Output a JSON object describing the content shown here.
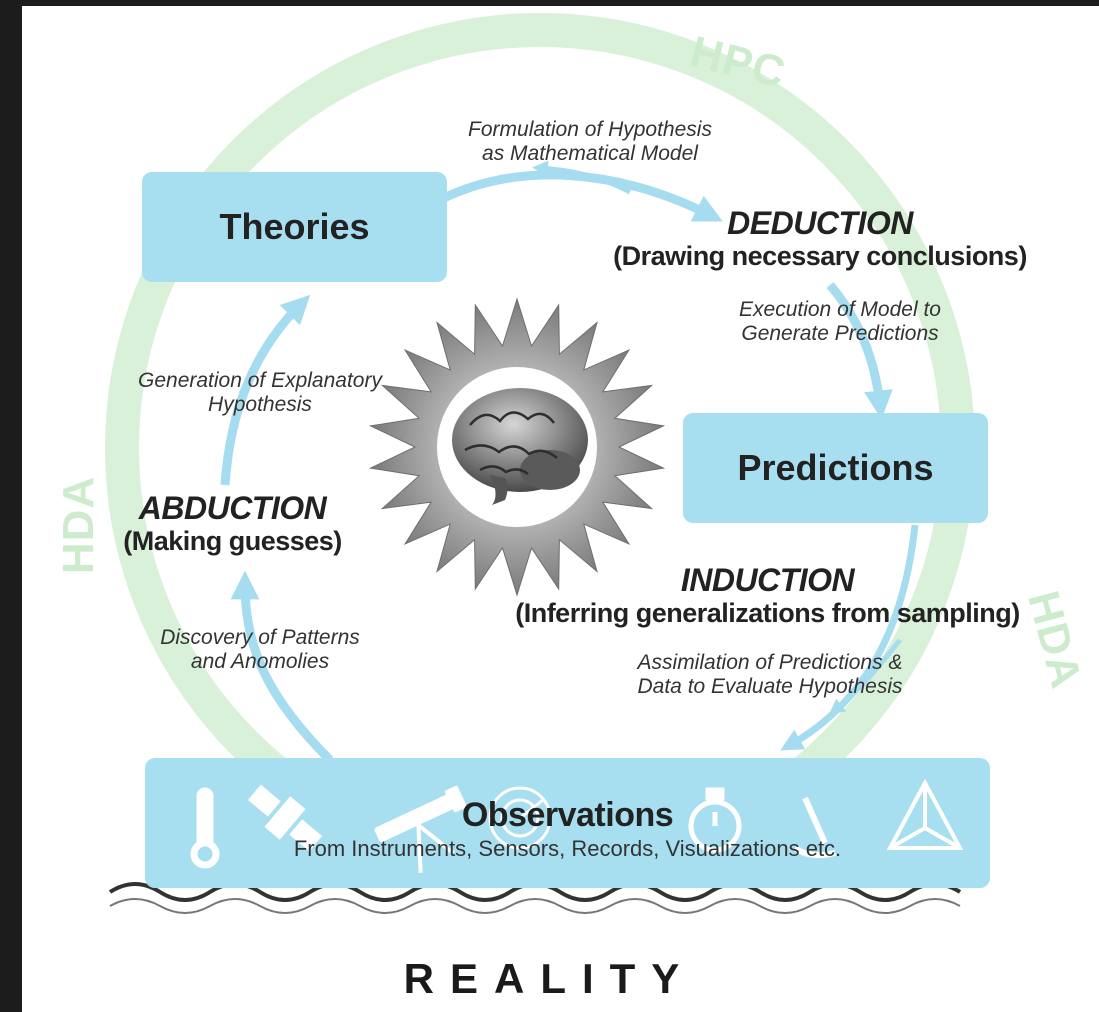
{
  "ring_labels": {
    "top": "HPC",
    "left": "HDA",
    "right": "HDA"
  },
  "boxes": {
    "theories": "Theories",
    "predictions": "Predictions",
    "observations_title": "Observations",
    "observations_sub": "From Instruments, Sensors, Records, Visualizations etc."
  },
  "steps": {
    "deduction": {
      "title": "DEDUCTION",
      "sub": "(Drawing necessary conclusions)"
    },
    "induction": {
      "title": "INDUCTION",
      "sub": "(Inferring generalizations from sampling)"
    },
    "abduction": {
      "title": "ABDUCTION",
      "sub": "(Making guesses)"
    }
  },
  "arrow_labels": {
    "formulation": [
      "Formulation of Hypothesis",
      "as Mathematical Model"
    ],
    "execution": [
      "Execution of Model to",
      "Generate Predictions"
    ],
    "assimilation": [
      "Assimilation of Predictions &",
      "Data to Evaluate Hypothesis"
    ],
    "discovery": [
      "Discovery of Patterns",
      "and Anomolies"
    ],
    "generation": [
      "Generation of Explanatory",
      "Hypothesis"
    ]
  },
  "footer": "REALITY",
  "colors": {
    "box": "#a8dff0",
    "arrow": "#a6dcf0",
    "ring": "#d4efd4",
    "text": "#222222"
  },
  "icons": [
    "thermometer-icon",
    "satellite-icon",
    "telescope-icon",
    "radar-icon",
    "stopwatch-icon",
    "microscope-icon",
    "tetrahedron-icon",
    "brain-icon",
    "gear-burst-icon"
  ]
}
